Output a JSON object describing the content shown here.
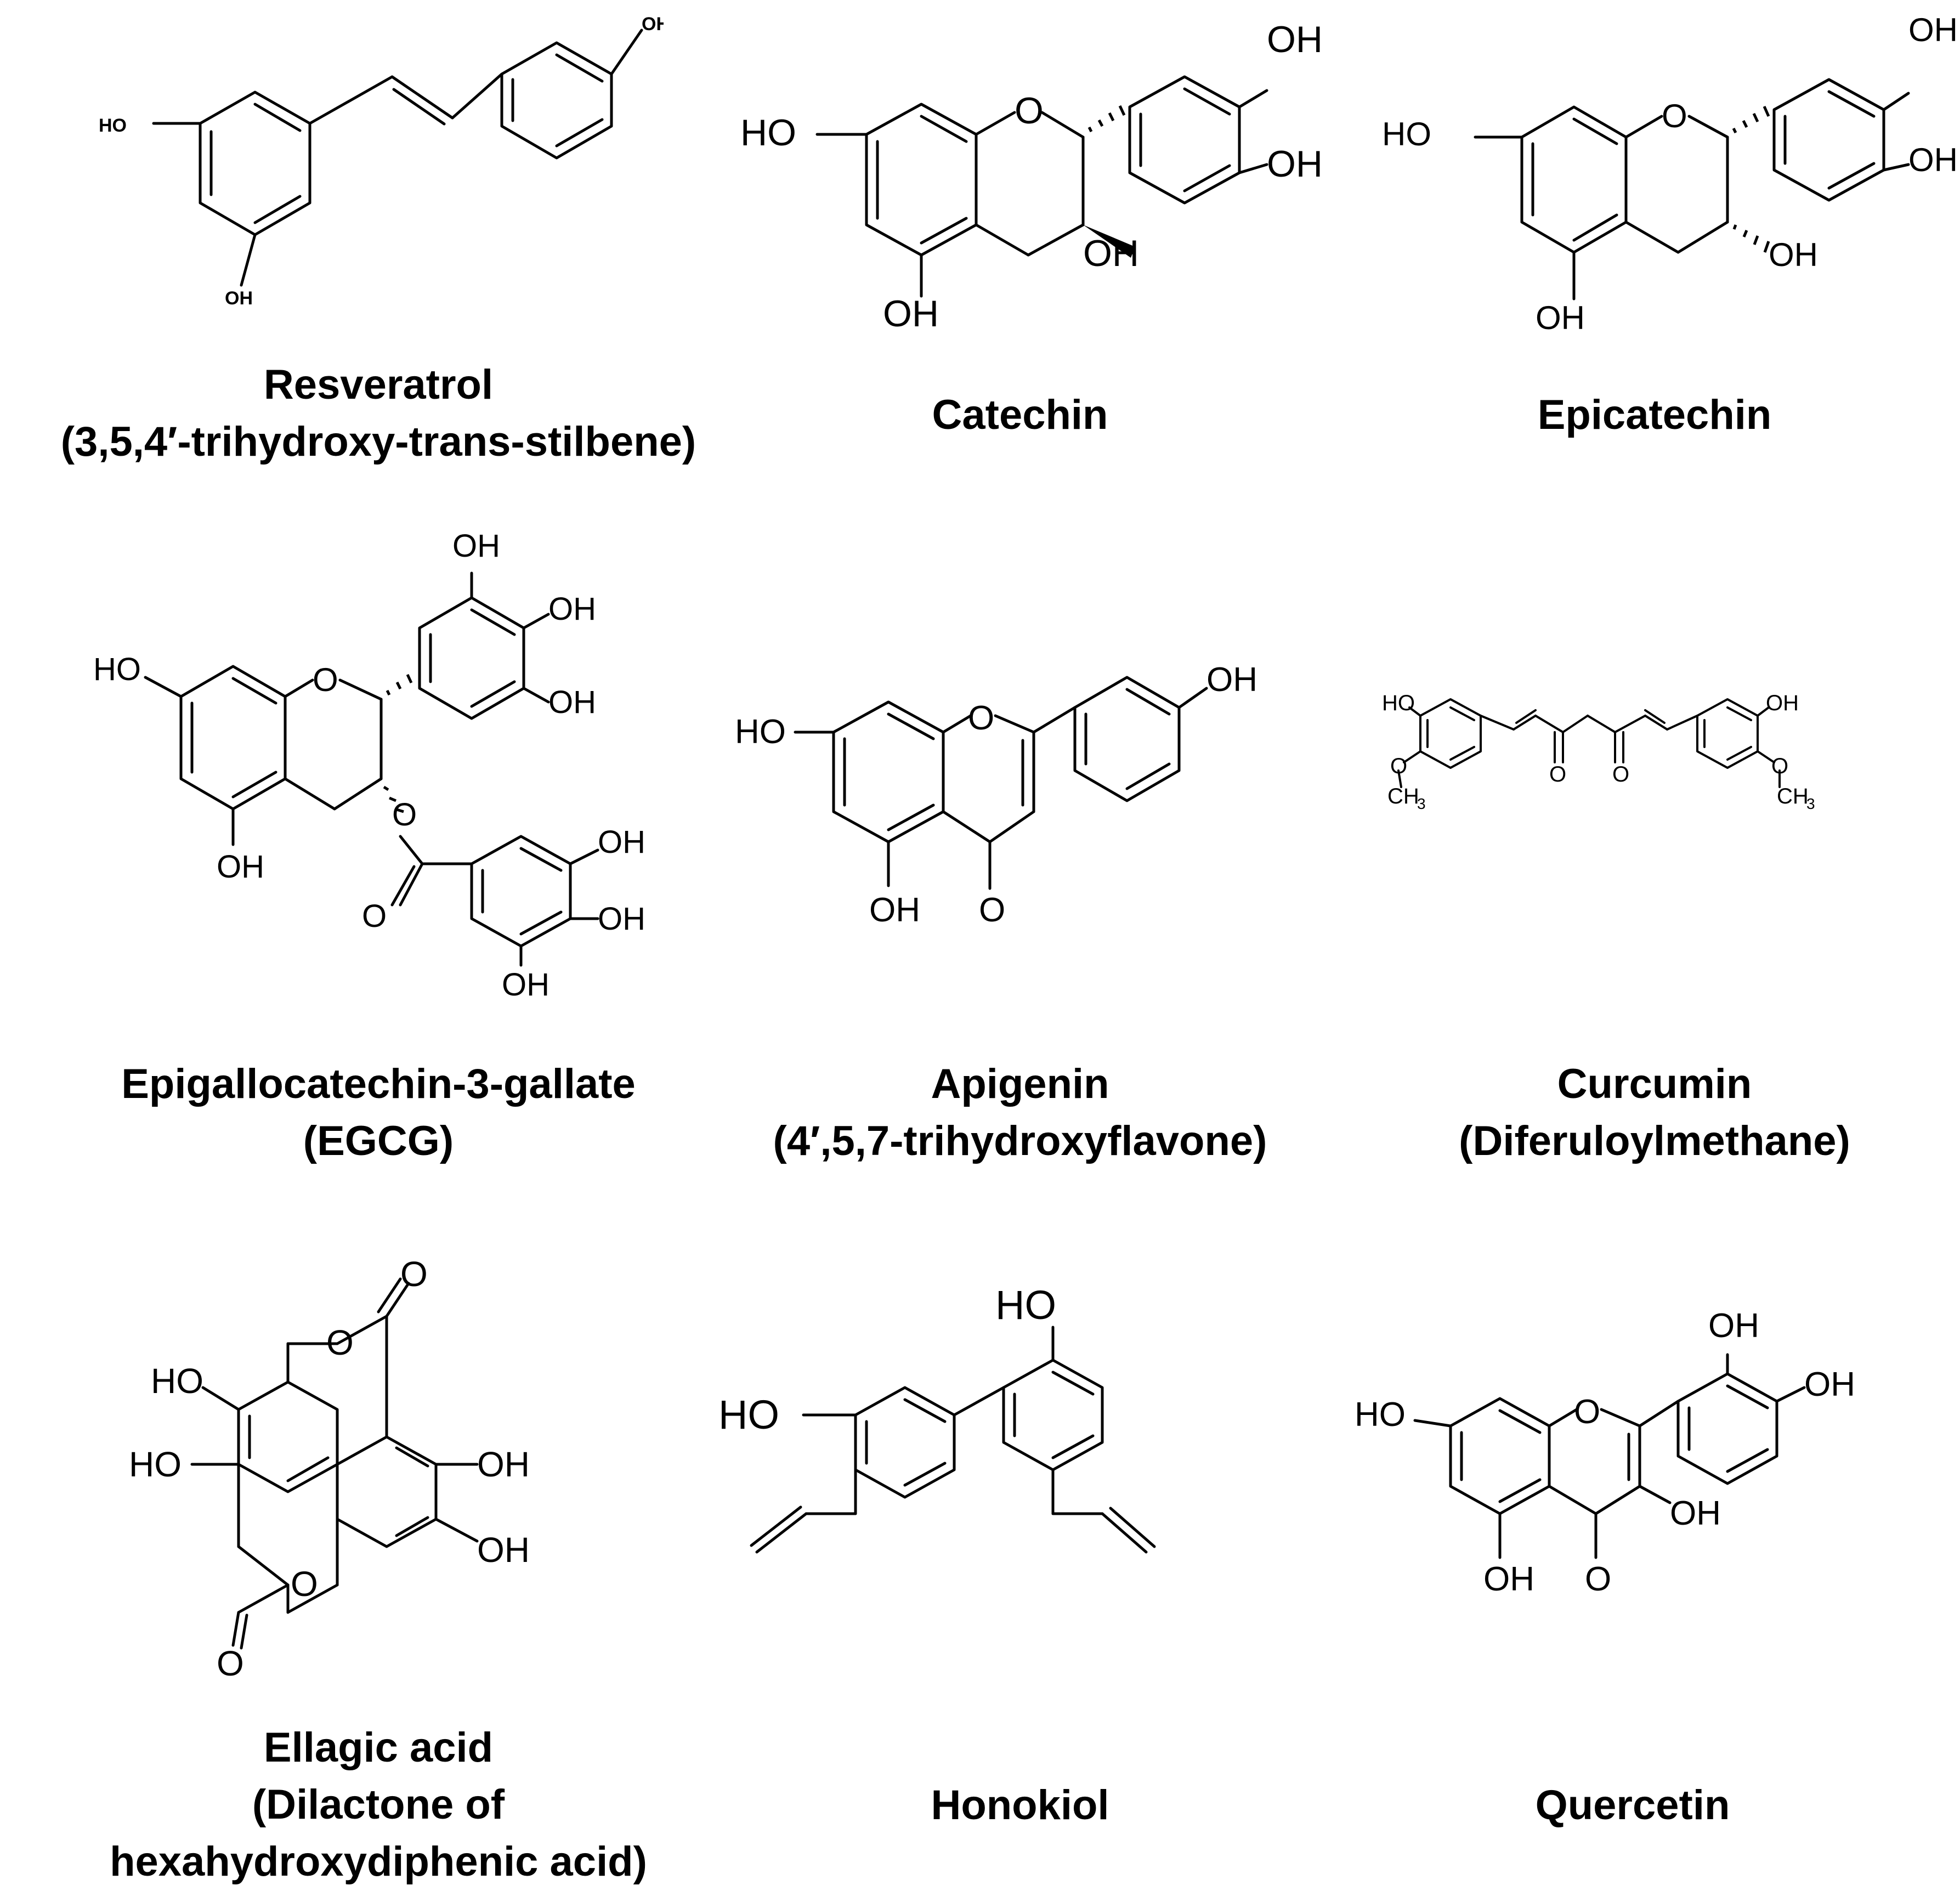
{
  "compounds": [
    {
      "name": "Resveratrol",
      "subtitle": "(3,5,4′-trihydroxy-trans-stilbene)",
      "labels": {
        "oh1": "OH",
        "oh2": "HO",
        "oh3": "OH"
      }
    },
    {
      "name": "Catechin",
      "labels": {
        "oh1": "OH",
        "oh2": "OH",
        "oh3": "HO",
        "ox": "O",
        "oh4": "OH",
        "oh5": "OH"
      }
    },
    {
      "name": "Epicatechin",
      "labels": {
        "oh1": "OH",
        "oh2": "OH",
        "oh3": "HO",
        "ox": "O",
        "oh4": "OH",
        "oh5": "OH"
      }
    },
    {
      "name": "Epigallocatechin-3-gallate",
      "subtitle": "(EGCG)",
      "labels": {
        "oh1": "OH",
        "oh2": "OH",
        "oh3": "OH",
        "oh4": "HO",
        "ox": "O",
        "oh5": "OH",
        "ox2": "O",
        "ox3": "O",
        "oh6": "OH",
        "oh7": "OH",
        "oh8": "OH"
      }
    },
    {
      "name": "Apigenin",
      "subtitle": "(4′,5,7-trihydroxyflavone)",
      "labels": {
        "oh1": "OH",
        "oh2": "HO",
        "ox": "O",
        "oh3": "OH",
        "ox2": "O"
      }
    },
    {
      "name": "Curcumin",
      "subtitle": "(Diferuloylmethane)",
      "labels": {
        "oh1": "HO",
        "oh2": "OH",
        "ox1": "O",
        "ox2": "O",
        "ox3": "O",
        "ox4": "O",
        "me1": "CH",
        "me2": "CH",
        "sub": "3"
      }
    },
    {
      "name": "Ellagic acid",
      "subtitle": "(Dilactone of",
      "subtitle2": "hexahydroxydiphenic acid)",
      "labels": {
        "oh1": "HO",
        "oh2": "HO",
        "oh3": "OH",
        "oh4": "OH",
        "ox1": "O",
        "ox2": "O",
        "ox3": "O",
        "ox4": "O"
      }
    },
    {
      "name": "Honokiol",
      "labels": {
        "oh1": "HO",
        "oh2": "HO"
      }
    },
    {
      "name": "Quercetin",
      "labels": {
        "oh1": "OH",
        "oh2": "OH",
        "oh3": "HO",
        "ox": "O",
        "oh4": "OH",
        "oh5": "OH",
        "ox2": "O"
      }
    }
  ]
}
